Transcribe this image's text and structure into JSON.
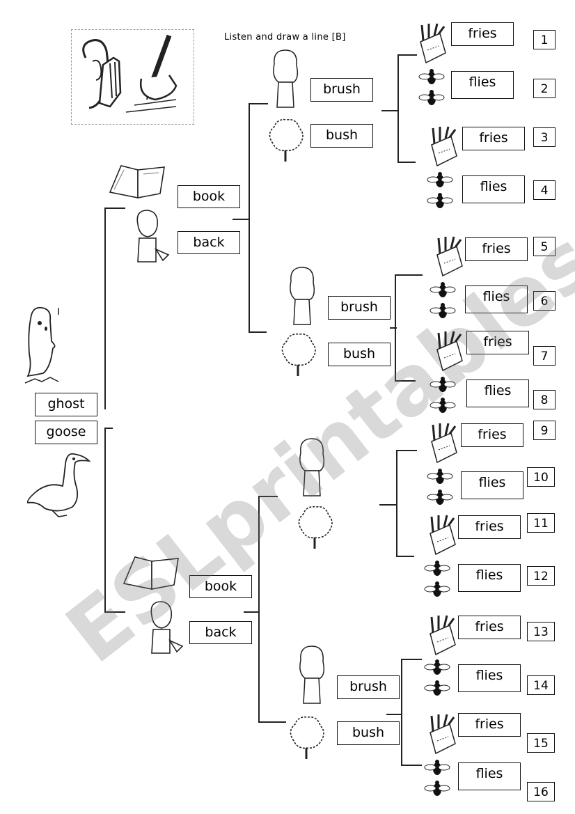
{
  "instruction": "Listen and draw a line [B]",
  "level1": {
    "ghost": "ghost",
    "goose": "goose"
  },
  "level2": [
    "book",
    "back",
    "book",
    "back"
  ],
  "level3": [
    "brush",
    "bush",
    "brush",
    "bush",
    "brush",
    "bush"
  ],
  "level4": [
    "fries",
    "flies",
    "fries",
    "flies",
    "fries",
    "flies",
    "fries",
    "flies",
    "fries",
    "flies",
    "fries",
    "flies",
    "fries",
    "flies",
    "fries",
    "flies"
  ],
  "numbers": [
    "1",
    "2",
    "3",
    "4",
    "5",
    "6",
    "7",
    "8",
    "9",
    "10",
    "11",
    "12",
    "13",
    "14",
    "15",
    "16"
  ],
  "watermark": "ESLprintables.com",
  "icons": {
    "header": "listen-and-draw-icon",
    "ghost": "ghost-icon",
    "goose": "goose-icon",
    "book": "book-icon",
    "boy": "boy-touching-back-icon",
    "girl": "girl-brushing-hair-icon",
    "bush": "bush-icon",
    "fries": "fries-icon",
    "flies": "flies-icon"
  }
}
